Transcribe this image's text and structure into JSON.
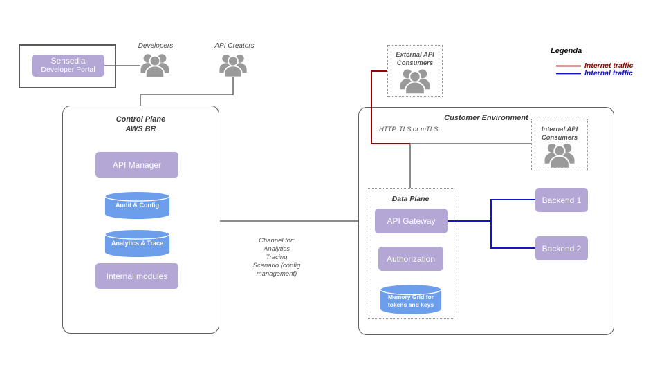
{
  "colors": {
    "purple_node": "#b4a7d6",
    "blue_cylinder": "#6d9eeb",
    "internet_traffic": "#990000",
    "internal_traffic": "#1414cc",
    "connector_gray": "#666666"
  },
  "sensedia": {
    "line1": "Sensedia",
    "line2": "Developer Portal"
  },
  "actors": {
    "developers": "Developers",
    "api_creators": "API Creators",
    "external_consumers_line1": "External API",
    "external_consumers_line2": "Consumers",
    "internal_consumers_line1": "Internal API",
    "internal_consumers_line2": "Consumers"
  },
  "control_plane": {
    "title_line1": "Control Plane",
    "title_line2": "AWS BR",
    "api_manager": "API Manager",
    "audit_config": "Audit & Config",
    "analytics_trace": "Analytics & Trace",
    "internal_modules": "Internal modules"
  },
  "channel_note": {
    "l1": "Channel  for:",
    "l2": "Analytics",
    "l3": "Tracing",
    "l4": "Scenario (config",
    "l5": "management)"
  },
  "customer_environment": {
    "title": "Customer Environment",
    "protocol_label": "HTTP, TLS or mTLS",
    "data_plane": {
      "title": "Data Plane",
      "api_gateway": "API Gateway",
      "authorization": "Authorization",
      "memory_grid_line1": "Memory Grid for",
      "memory_grid_line2": "tokens and keys"
    },
    "backend1": "Backend 1",
    "backend2": "Backend 2"
  },
  "legend": {
    "title": "Legenda",
    "internet_label": "Internet traffic",
    "internal_label": "Internal traffic"
  }
}
